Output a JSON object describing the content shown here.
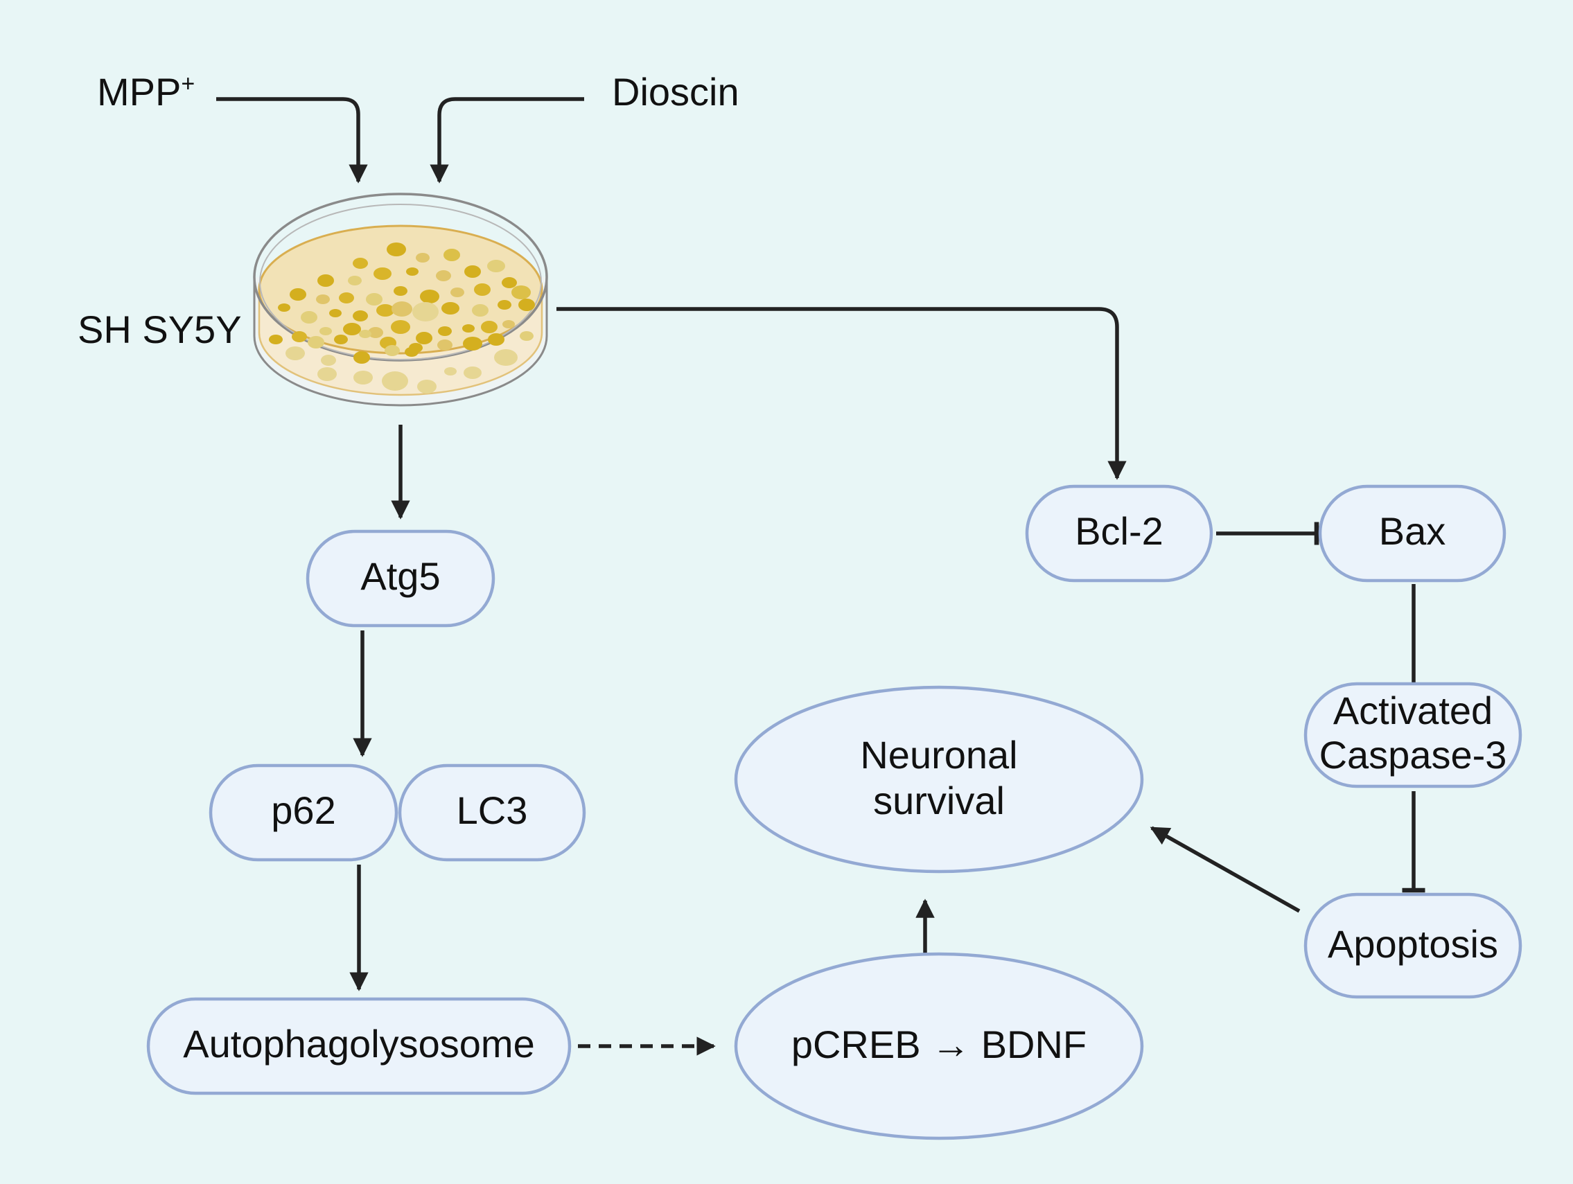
{
  "inputs": {
    "mpp_base": "MPP",
    "mpp_sup": "+",
    "dioscin": "Dioscin"
  },
  "cell_line": "SH SY5Y",
  "nodes": {
    "atg5": "Atg5",
    "p62": "p62",
    "lc3": "LC3",
    "autophagolysosome": "Autophagolysosome",
    "pcreb_bdnf": "pCREB → BDNF",
    "neuronal_survival_line1": "Neuronal",
    "neuronal_survival_line2": "survival",
    "bcl2": "Bcl-2",
    "bax": "Bax",
    "caspase_line1": "Activated",
    "caspase_line2": "Caspase-3",
    "apoptosis": "Apoptosis"
  },
  "colors": {
    "background": "#e8f6f6",
    "node_fill": "#ebf3fb",
    "node_stroke": "#93a9d3",
    "edge": "#222222",
    "dish_colony": "#d4af1f"
  },
  "icons": {
    "dish": "petri-dish-icon"
  }
}
